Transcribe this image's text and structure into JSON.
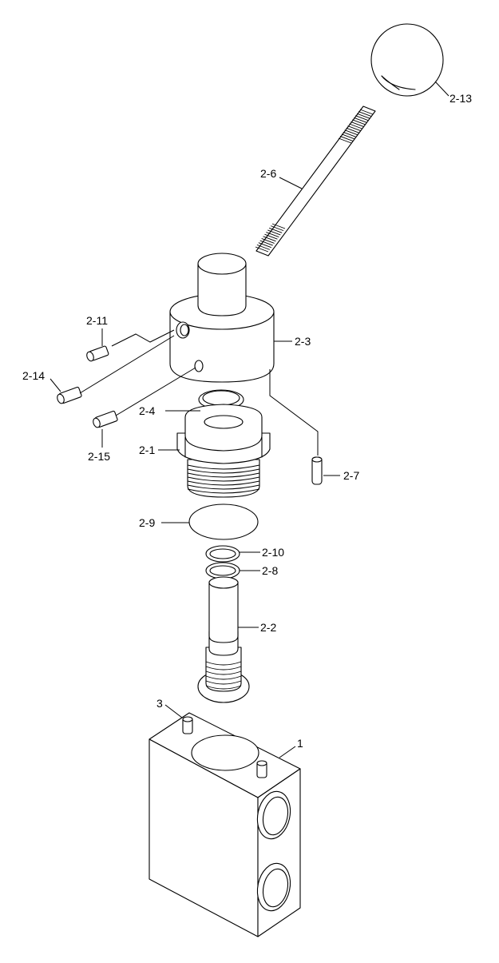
{
  "diagram": {
    "callouts": [
      {
        "id": "c-2-13",
        "label": "2-13"
      },
      {
        "id": "c-2-6",
        "label": "2-6"
      },
      {
        "id": "c-2-3",
        "label": "2-3"
      },
      {
        "id": "c-2-11",
        "label": "2-11"
      },
      {
        "id": "c-2-14",
        "label": "2-14"
      },
      {
        "id": "c-2-4",
        "label": "2-4"
      },
      {
        "id": "c-2-15",
        "label": "2-15"
      },
      {
        "id": "c-2-1",
        "label": "2-1"
      },
      {
        "id": "c-2-7",
        "label": "2-7"
      },
      {
        "id": "c-2-9",
        "label": "2-9"
      },
      {
        "id": "c-2-10",
        "label": "2-10"
      },
      {
        "id": "c-2-8",
        "label": "2-8"
      },
      {
        "id": "c-2-2",
        "label": "2-2"
      },
      {
        "id": "c-3",
        "label": "3"
      },
      {
        "id": "c-1",
        "label": "1"
      }
    ]
  }
}
